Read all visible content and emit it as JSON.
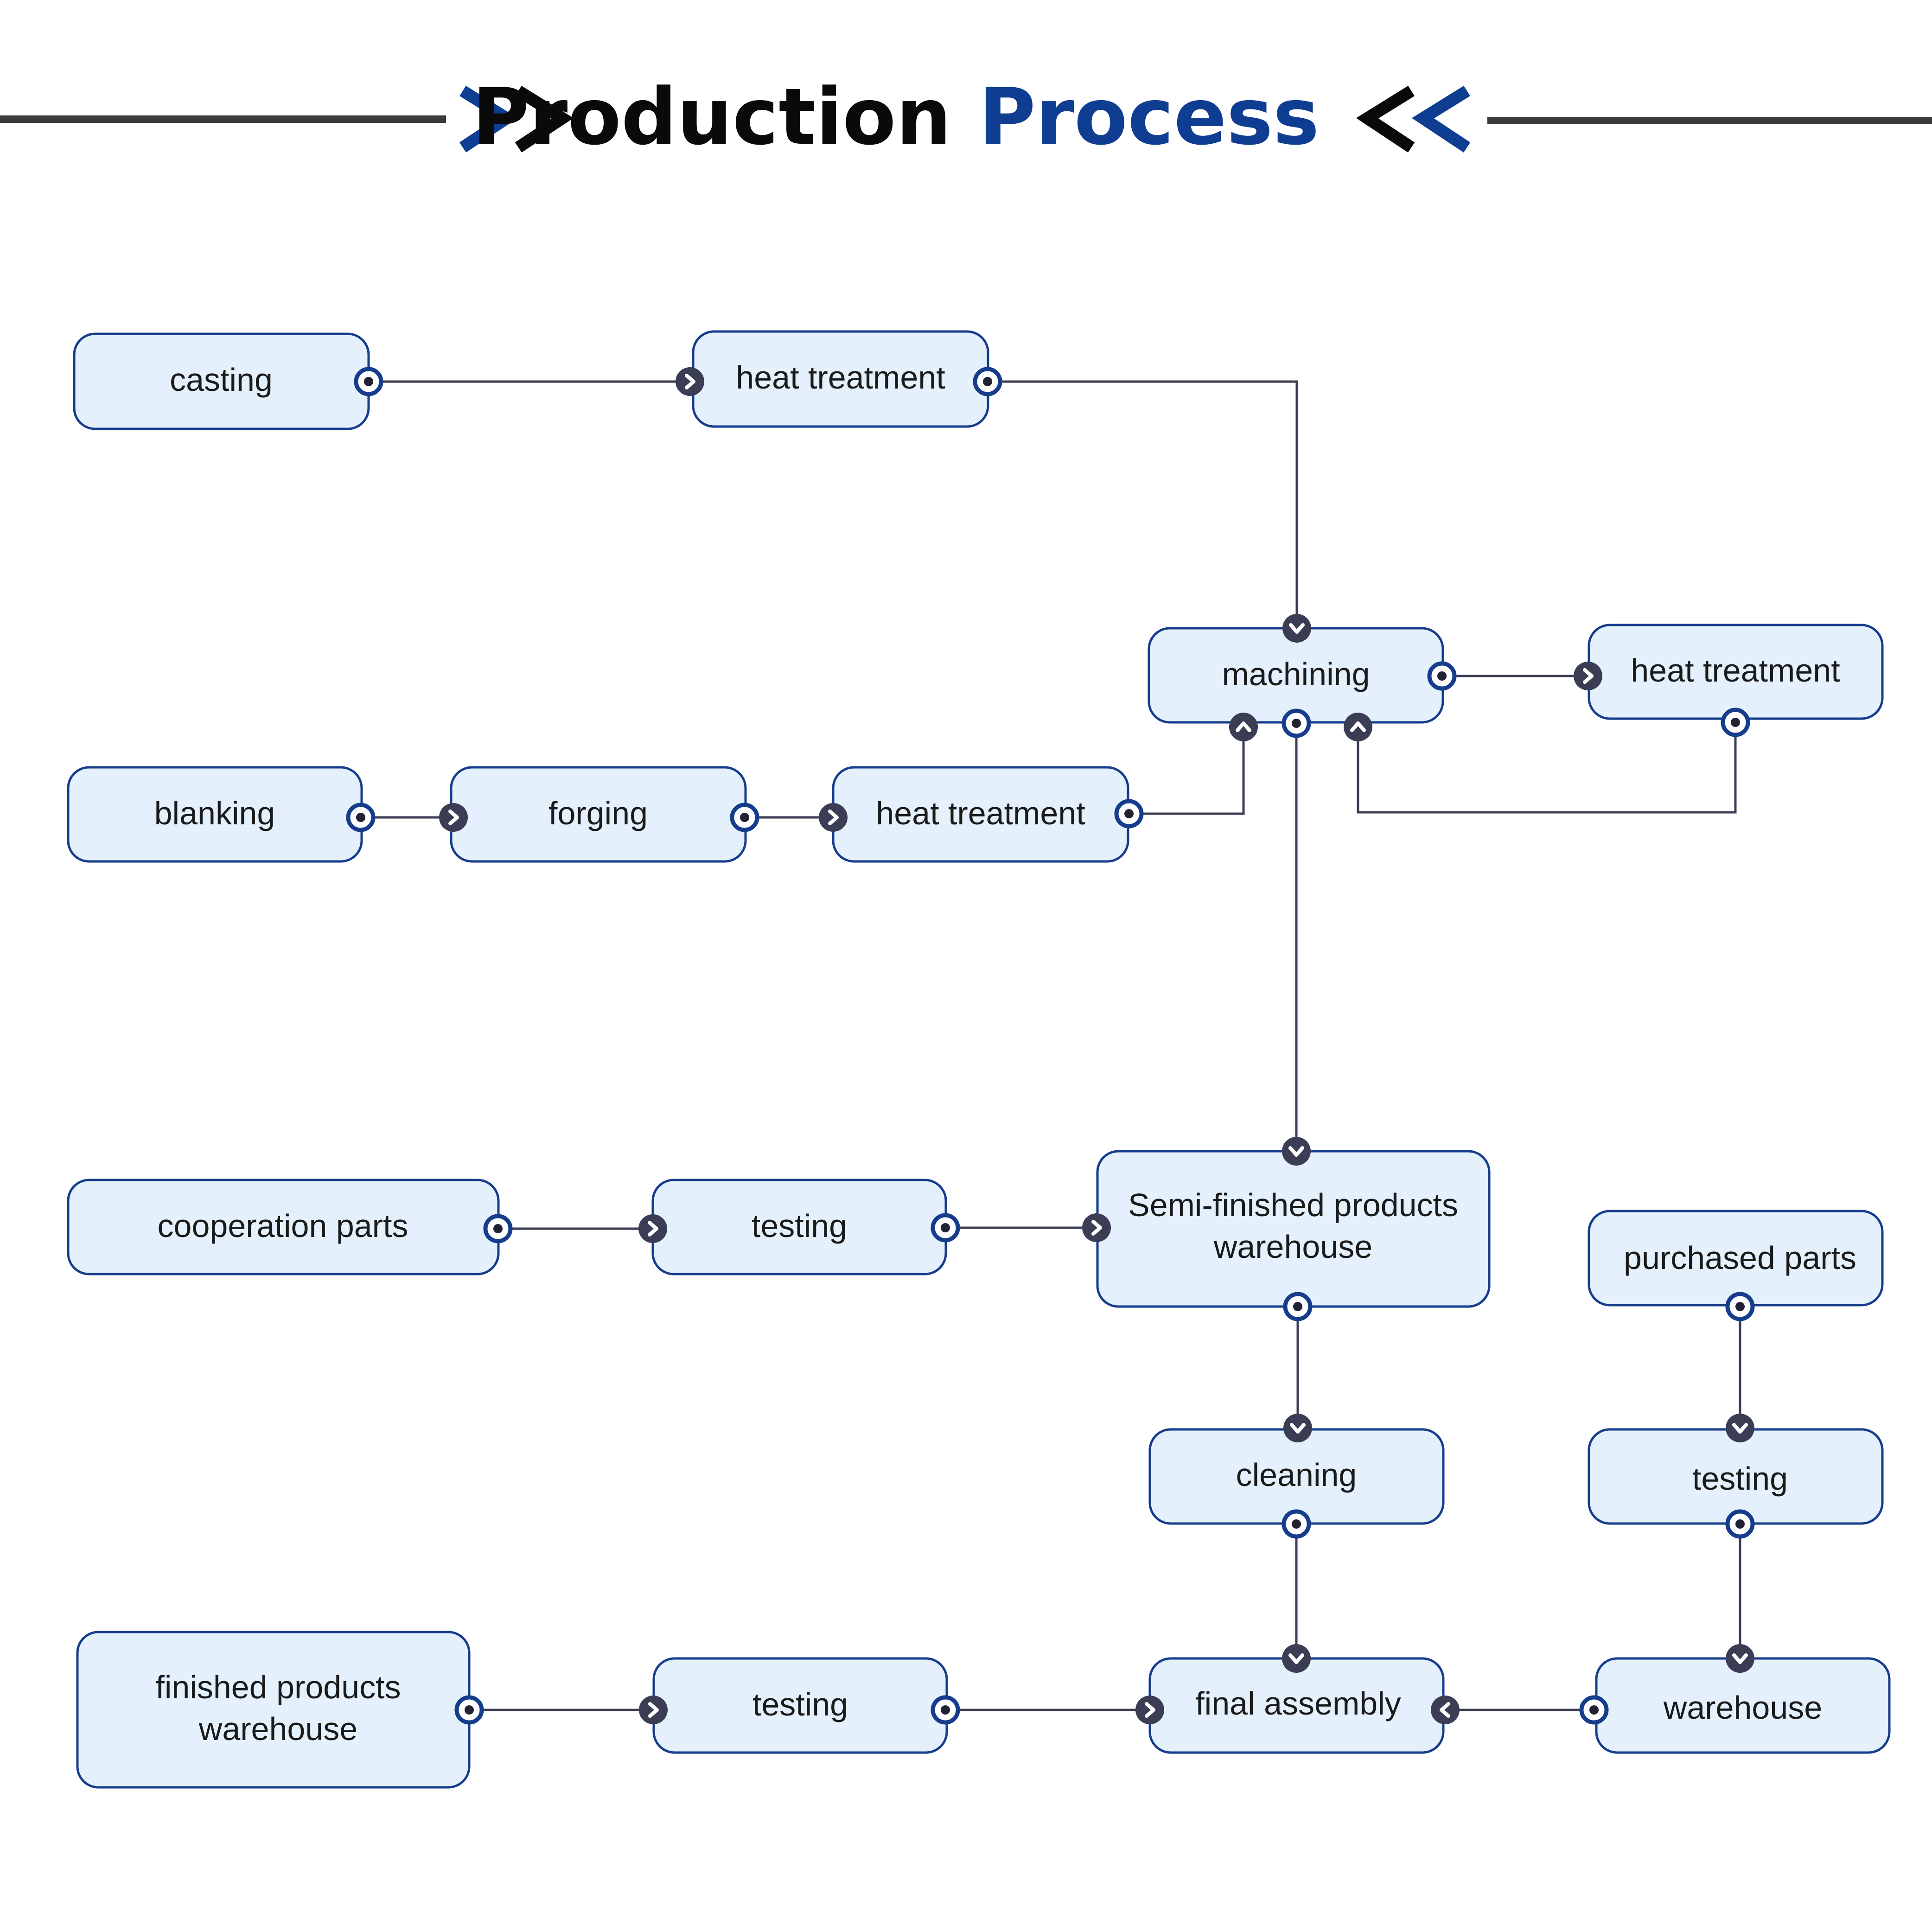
{
  "title": {
    "word1": "Production",
    "word2": "Process",
    "colors": {
      "dark": "#0a0a0a",
      "accent": "#0f3d92",
      "rule": "#3b3b3b"
    }
  },
  "colors": {
    "node_fill": "#e4f1fc",
    "node_border": "#163c8c",
    "connector": "#3b3d55"
  },
  "nodes": {
    "casting": {
      "label": "casting"
    },
    "heat_treatment_1": {
      "label": "heat treatment"
    },
    "machining": {
      "label": "machining"
    },
    "heat_treatment_3": {
      "label": "heat treatment"
    },
    "blanking": {
      "label": "blanking"
    },
    "forging": {
      "label": "forging"
    },
    "heat_treatment_2": {
      "label": "heat treatment"
    },
    "cooperation_parts": {
      "label": "cooperation parts"
    },
    "testing_1": {
      "label": "testing"
    },
    "semi_finished_warehouse": {
      "label_line1": "Semi-finished products",
      "label_line2": "warehouse"
    },
    "purchased_parts": {
      "label": "purchased parts"
    },
    "cleaning": {
      "label": "cleaning"
    },
    "testing_3": {
      "label": "testing"
    },
    "finished_warehouse": {
      "label_line1": "finished products",
      "label_line2": "warehouse"
    },
    "testing_2": {
      "label": "testing"
    },
    "final_assembly": {
      "label": "final assembly"
    },
    "warehouse": {
      "label": "warehouse"
    }
  },
  "port_icons": {
    "output": "target-ring-icon",
    "input": "chevron-arrow-icon"
  }
}
